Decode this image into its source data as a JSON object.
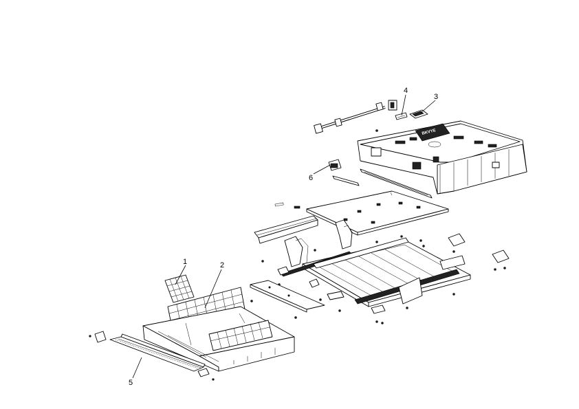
{
  "diagram": {
    "callouts": [
      {
        "id": "1",
        "label": "1"
      },
      {
        "id": "2",
        "label": "2"
      },
      {
        "id": "3",
        "label": "3"
      },
      {
        "id": "4",
        "label": "4"
      },
      {
        "id": "5",
        "label": "5"
      },
      {
        "id": "6",
        "label": "6"
      }
    ],
    "logo_text": "BKVYE"
  }
}
